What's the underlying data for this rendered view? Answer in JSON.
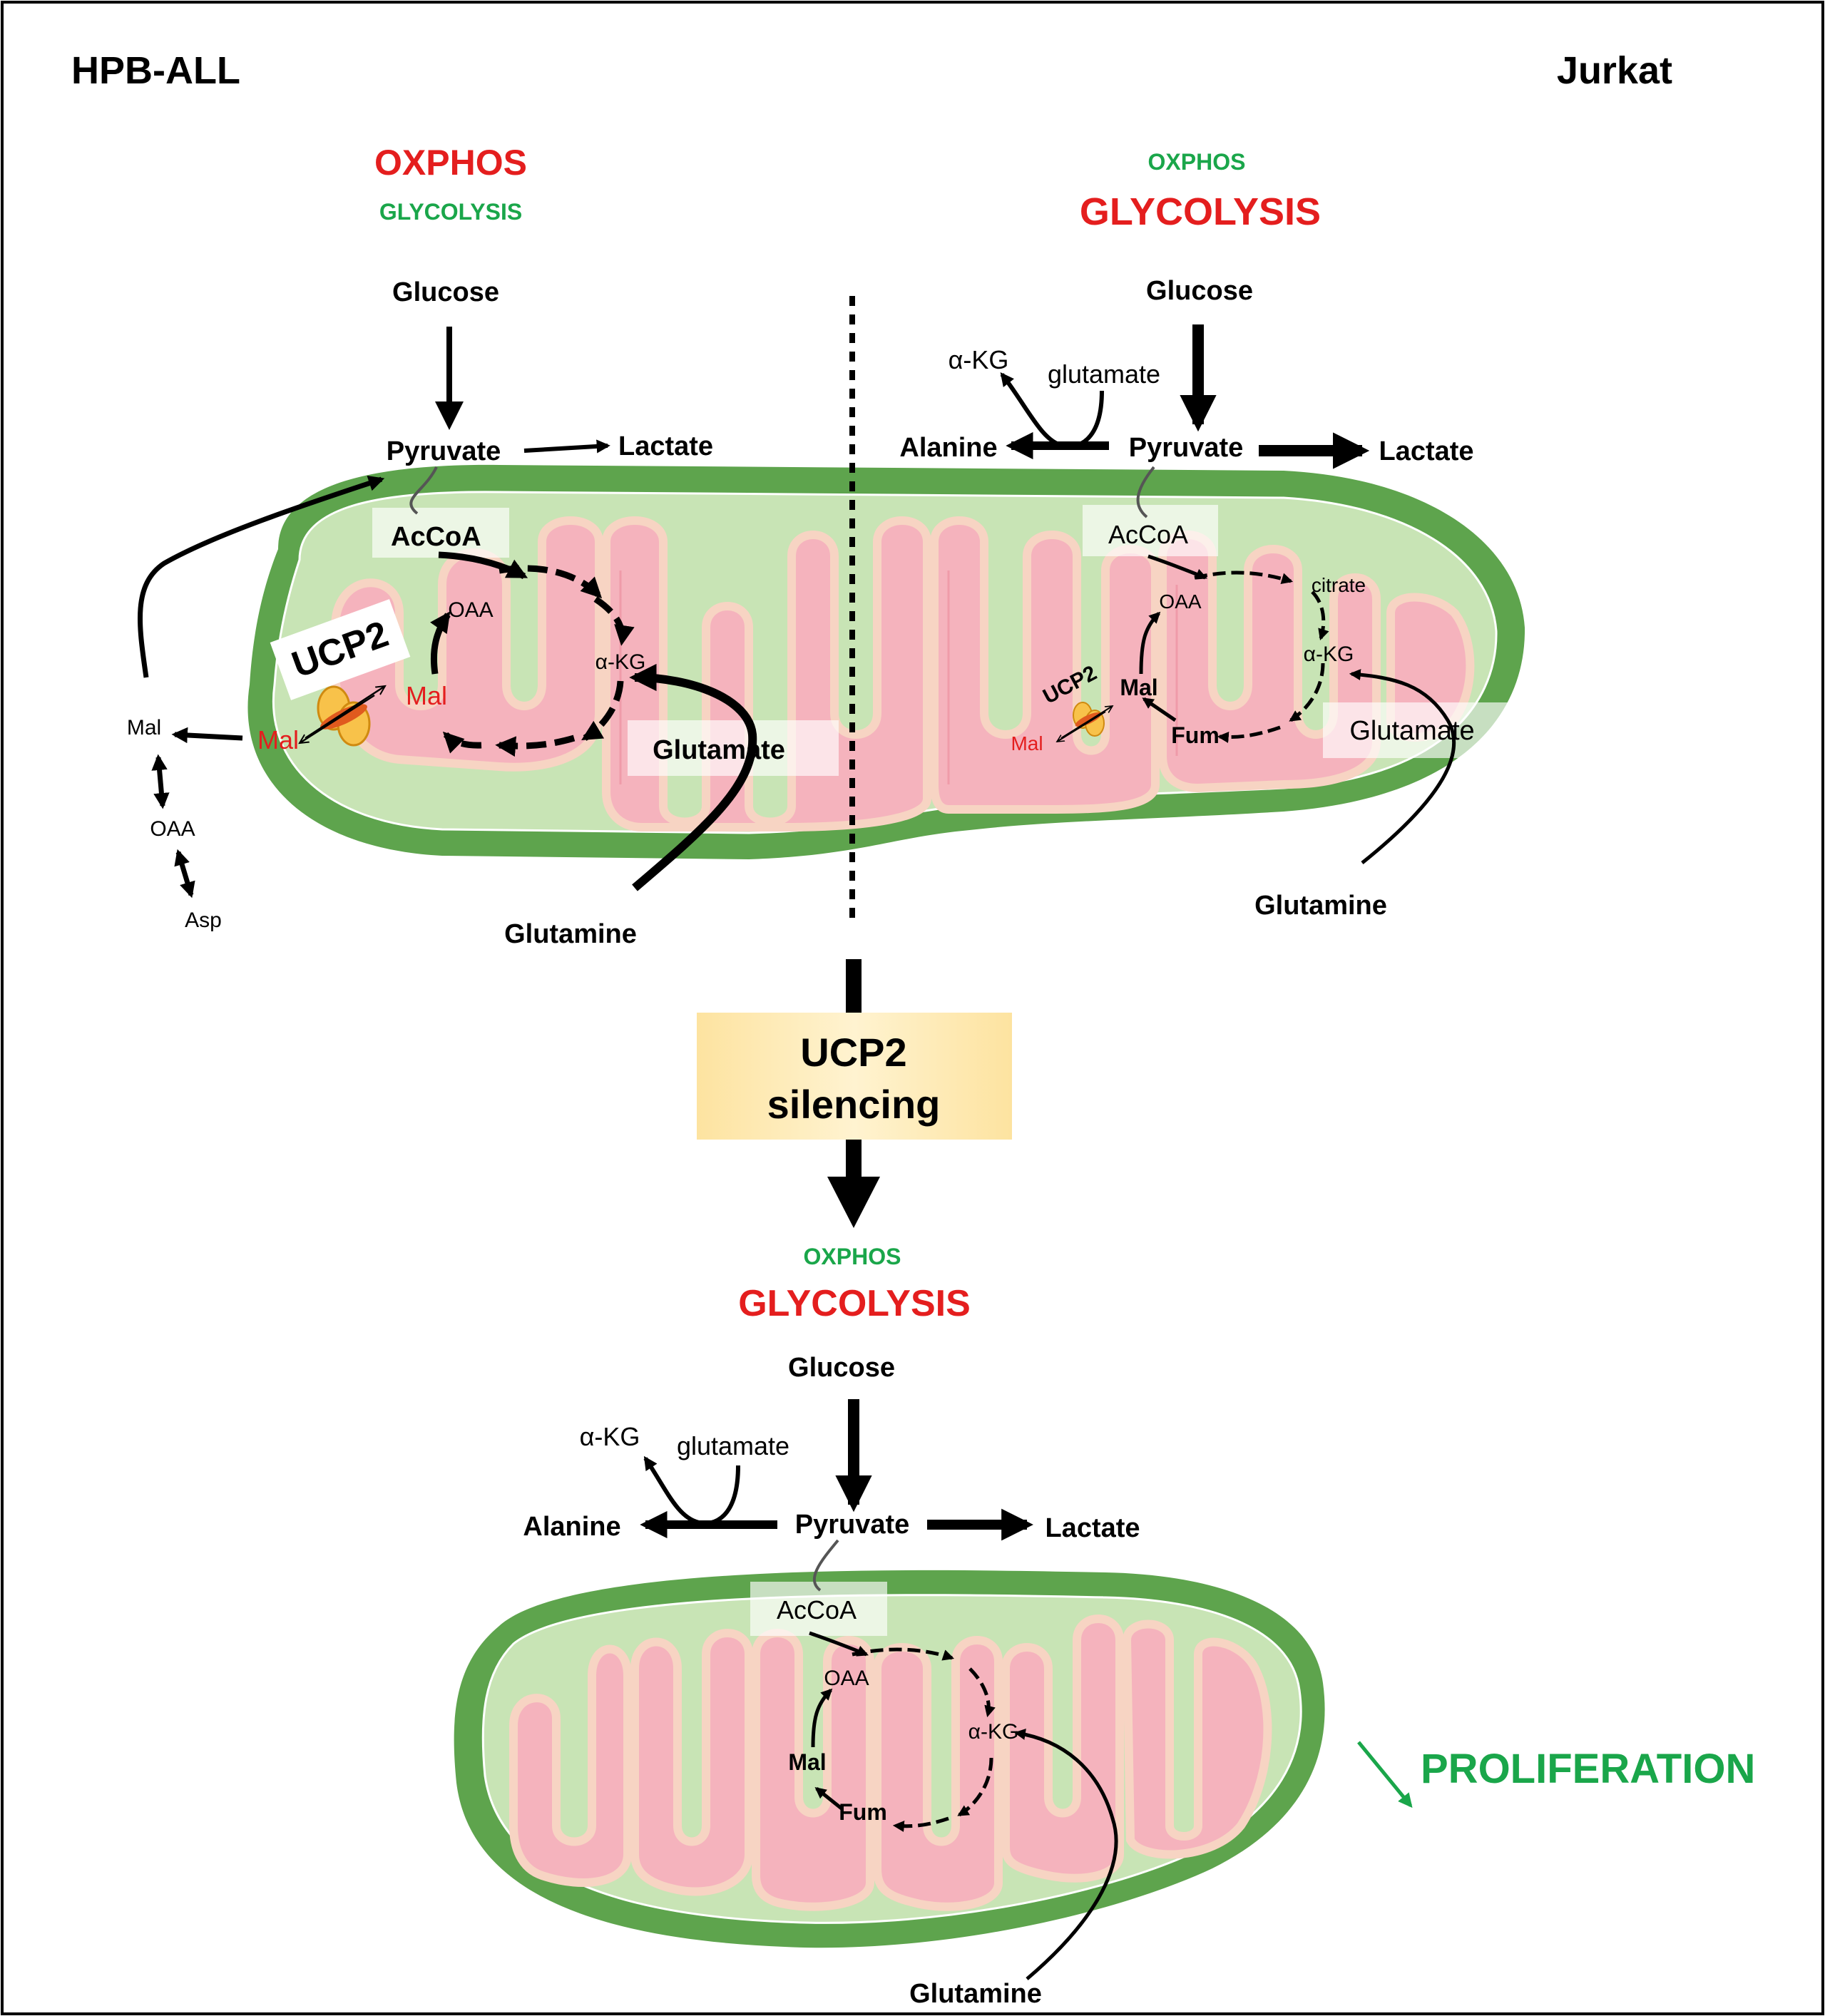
{
  "colors": {
    "red": "#e41e1e",
    "green": "#1aa64a",
    "membrane_outer": "#5ea44d",
    "matrix_light": "#c8e4b5",
    "cristae": "#f5b3bd",
    "cristae_border": "#f7d4c3",
    "ucp2_box": "#fde9b3"
  },
  "left_panel": {
    "cell_line": "HPB-ALL",
    "oxphos": "OXPHOS",
    "glycolysis": "GLYCOLYSIS",
    "glucose": "Glucose",
    "pyruvate": "Pyruvate",
    "lactate": "Lactate",
    "accoa": "AcCoA",
    "oaa": "OAA",
    "akg": "α-KG",
    "mal_matrix": "Mal",
    "mal_membrane": "Mal",
    "mal_cytosol": "Mal",
    "oaa_cytosol": "OAA",
    "asp": "Asp",
    "ucp2": "UCP2",
    "glutamate": "Glutamate",
    "glutamine": "Glutamine"
  },
  "right_panel": {
    "cell_line": "Jurkat",
    "oxphos": "OXPHOS",
    "glycolysis": "GLYCOLYSIS",
    "glucose": "Glucose",
    "akg_cyto": "α-KG",
    "glutamate_cyto": "glutamate",
    "alanine": "Alanine",
    "pyruvate": "Pyruvate",
    "lactate": "Lactate",
    "accoa": "AcCoA",
    "oaa": "OAA",
    "citrate": "citrate",
    "akg": "α-KG",
    "ucp2": "UCP2",
    "mal": "Mal",
    "mal_membrane": "Mal",
    "fum": "Fum",
    "glutamate": "Glutamate",
    "glutamine": "Glutamine"
  },
  "silencing": {
    "line1": "UCP2",
    "line2": "silencing"
  },
  "bottom_panel": {
    "oxphos": "OXPHOS",
    "glycolysis": "GLYCOLYSIS",
    "glucose": "Glucose",
    "akg_cyto": "α-KG",
    "glutamate_cyto": "glutamate",
    "alanine": "Alanine",
    "pyruvate": "Pyruvate",
    "lactate": "Lactate",
    "accoa": "AcCoA",
    "oaa": "OAA",
    "akg": "α-KG",
    "mal": "Mal",
    "fum": "Fum",
    "glutamine": "Glutamine",
    "proliferation": "PROLIFERATION"
  }
}
